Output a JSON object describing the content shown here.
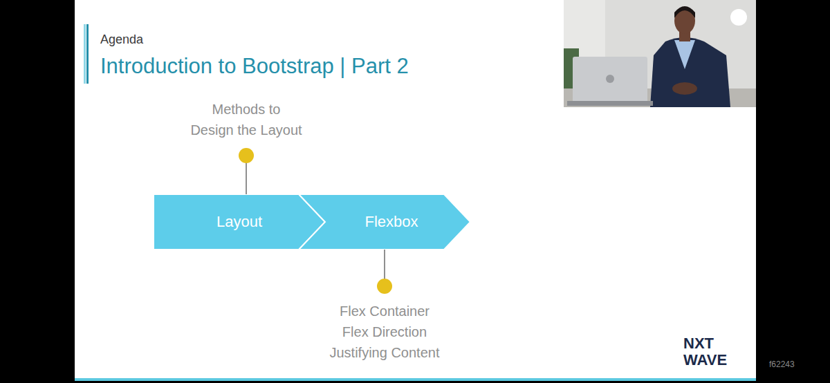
{
  "diagram": {
    "title": "Introduction to Bootstrap | Part 2",
    "nodes": [
      {
        "text": [
          "Layout"
        ]
      },
      {
        "text": [
          "Flexbox"
        ]
      }
    ],
    "labels": [
      "Agenda",
      "Methods to Design the Layout",
      "Flex Container",
      "Flex Direction",
      "Justifying Content",
      "NXT WAVE",
      "f62243"
    ]
  }
}
